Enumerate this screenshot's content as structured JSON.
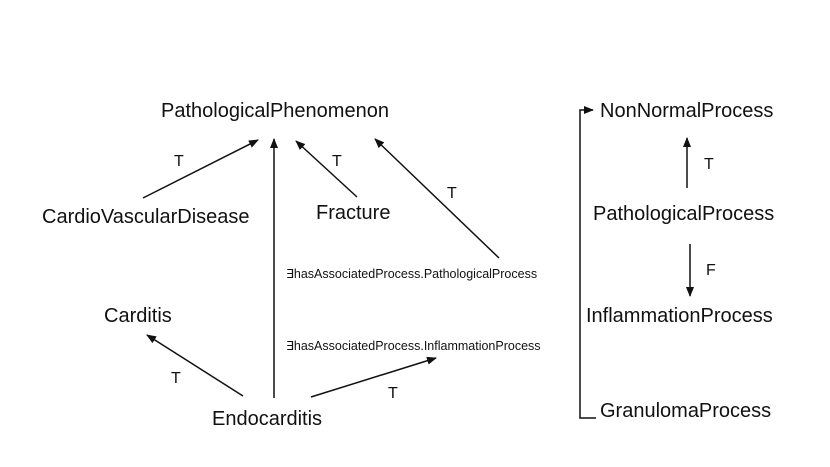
{
  "nodes": {
    "pathological_phenomenon": "PathologicalPhenomenon",
    "cardiovascular_disease": "CardioVascularDisease",
    "fracture": "Fracture",
    "carditis": "Carditis",
    "endocarditis": "Endocarditis",
    "non_normal_process": "NonNormalProcess",
    "pathological_process": "PathologicalProcess",
    "inflammation_process": "InflammationProcess",
    "granuloma_process": "GranulomaProcess"
  },
  "edge_labels": {
    "cvd_to_pp": "T",
    "fracture_to_pp": "T",
    "restriction_to_pp": "T",
    "endo_to_carditis": "T",
    "endo_to_restriction": "T",
    "pathproc_to_nonnormal": "T",
    "pathproc_to_inflammation": "F"
  },
  "restrictions": {
    "pathological": "∃hasAssociatedProcess.PathologicalProcess",
    "inflammation": "∃hasAssociatedProcess.InflammationProcess"
  },
  "colors": {
    "ink": "#111111",
    "background": "#ffffff"
  }
}
